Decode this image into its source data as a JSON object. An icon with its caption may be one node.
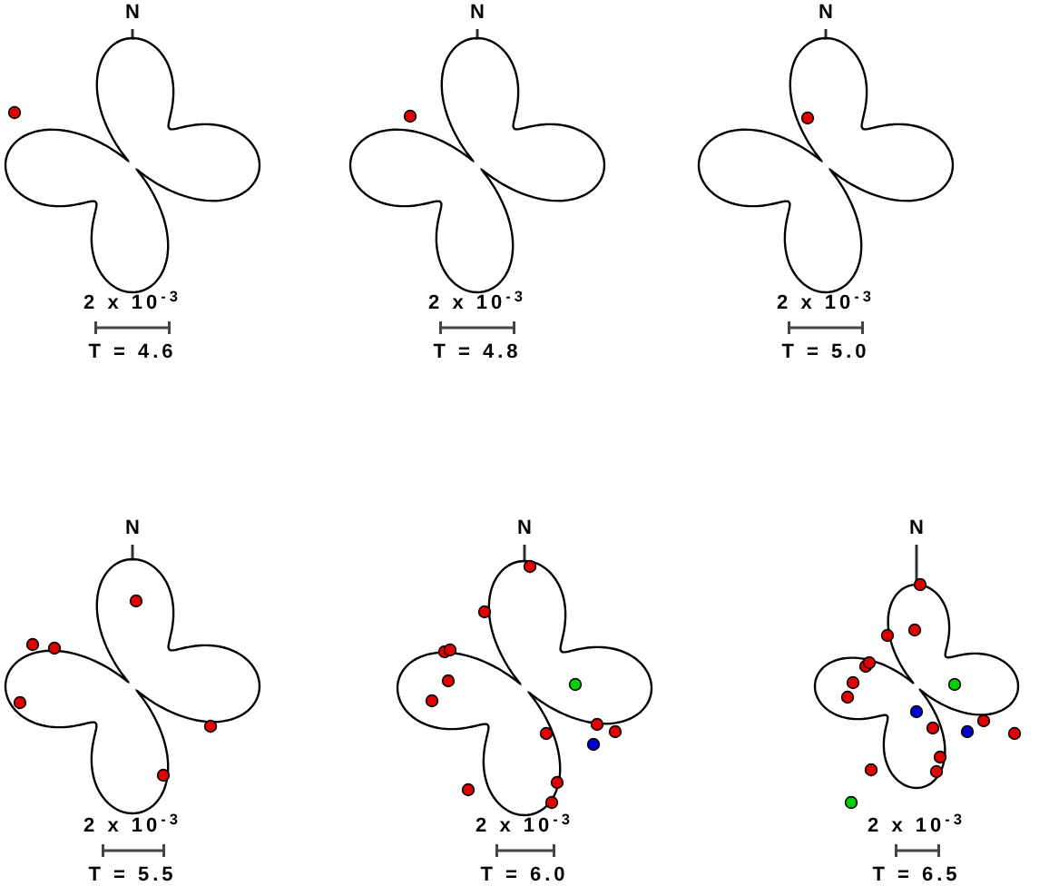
{
  "diagram": {
    "labels": [
      "N",
      "2 x 10$^{-3}$",
      "T = 4.6",
      "N",
      "2 x 10$^{-3}$",
      "T = 4.8",
      "N",
      "2 x 10$^{-3}$",
      "T = 5.0",
      "N",
      "2 x 10$^{-3}$",
      "T = 5.5",
      "N",
      "2 x 10$^{-3}$",
      "T = 6.0",
      "N",
      "2 x 10$^{-3}$",
      "T = 6.5"
    ]
  }
}
